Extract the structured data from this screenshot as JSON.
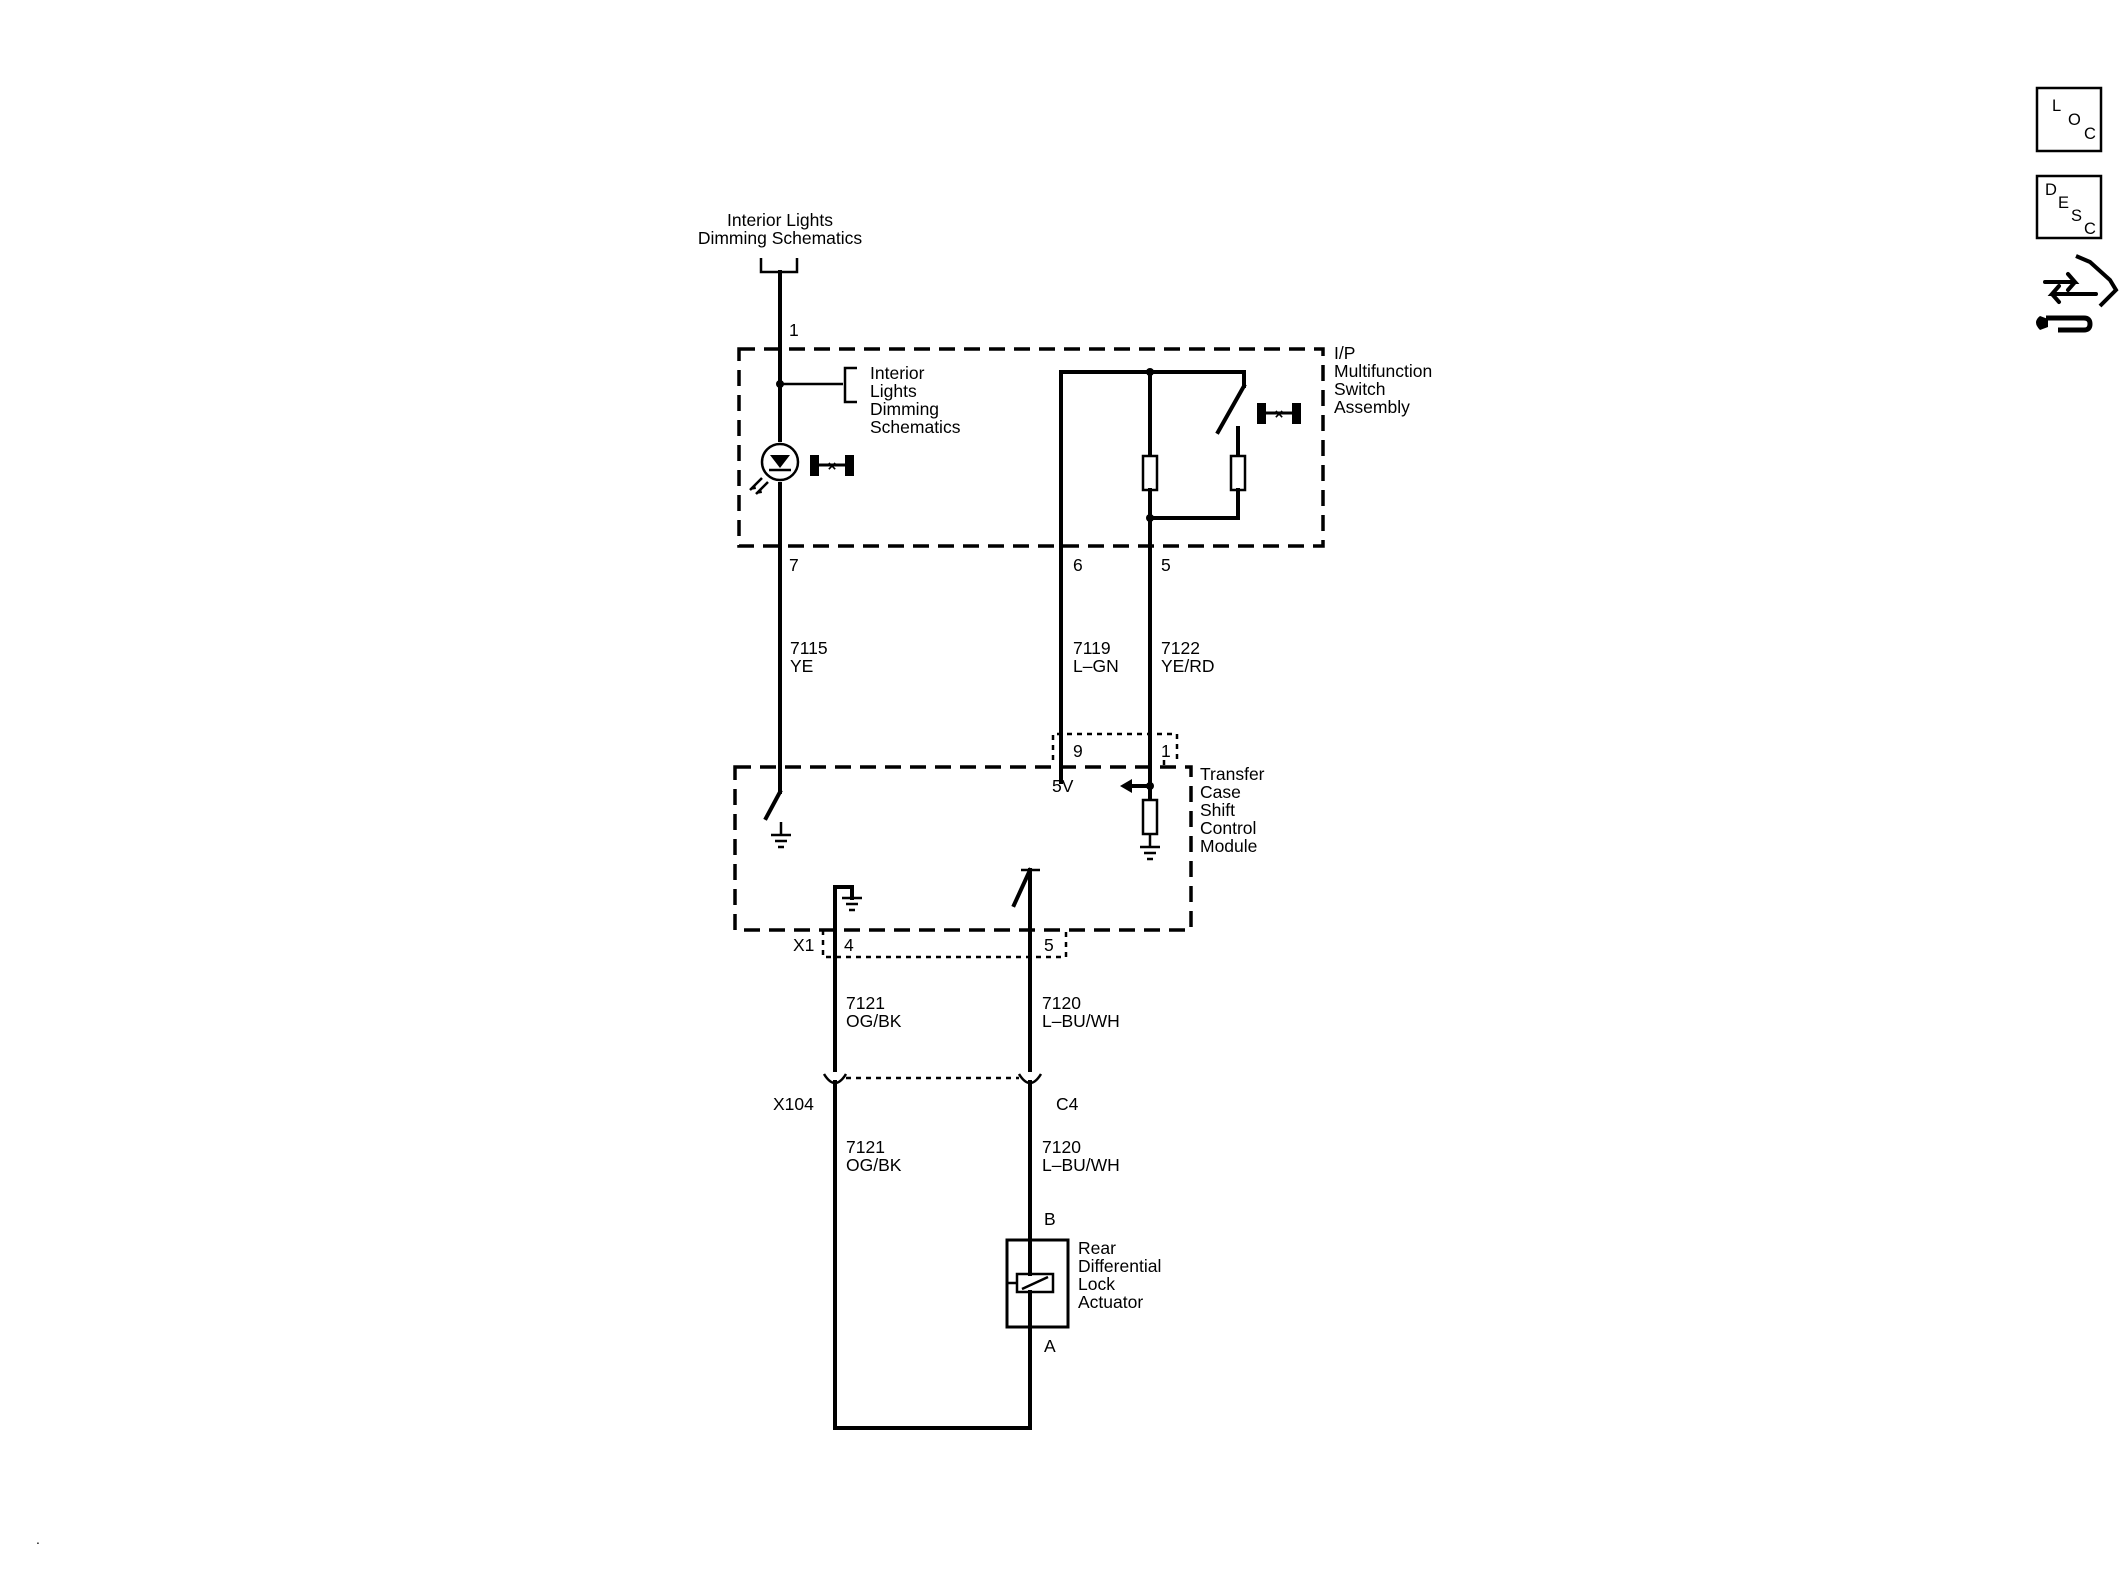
{
  "top_ref": {
    "line1": "Interior Lights",
    "line2": "Dimming Schematics"
  },
  "side_ref": [
    "Interior",
    "Lights",
    "Dimming",
    "Schematics"
  ],
  "ip_switch": {
    "label": [
      "I/P",
      "Multifunction",
      "Switch",
      "Assembly"
    ],
    "pins": {
      "top": "1",
      "left_bottom": "7",
      "mid_bottom": "6",
      "right_bottom": "5"
    }
  },
  "wires": {
    "w7115": {
      "circuit": "7115",
      "color": "YE"
    },
    "w7119": {
      "circuit": "7119",
      "color": "L–GN"
    },
    "w7122": {
      "circuit": "7122",
      "color": "YE/RD"
    },
    "w7121_top": {
      "circuit": "7121",
      "color": "OG/BK"
    },
    "w7120_top": {
      "circuit": "7120",
      "color": "L–BU/WH"
    },
    "w7121_bot": {
      "circuit": "7121",
      "color": "OG/BK"
    },
    "w7120_bot": {
      "circuit": "7120",
      "color": "L–BU/WH"
    }
  },
  "tccm": {
    "label": [
      "Transfer",
      "Case",
      "Shift",
      "Control",
      "Module"
    ],
    "pins": {
      "upper_left": "9",
      "upper_right": "1",
      "lower_left": "4",
      "lower_right": "5"
    },
    "voltage_label": "5V",
    "connector_lower": "X1"
  },
  "inline_connector": {
    "left": "X104",
    "right": "C4"
  },
  "actuator": {
    "label": [
      "Rear",
      "Differential",
      "Lock",
      "Actuator"
    ],
    "pin_top": "B",
    "pin_bottom": "A"
  },
  "icons": {
    "loc": {
      "a": "L",
      "b": "O",
      "c": "C"
    },
    "desc": {
      "a": "D",
      "b": "E",
      "c": "S",
      "d": "C"
    },
    "tool": "connector-tool-icon"
  },
  "corner_mark": "."
}
